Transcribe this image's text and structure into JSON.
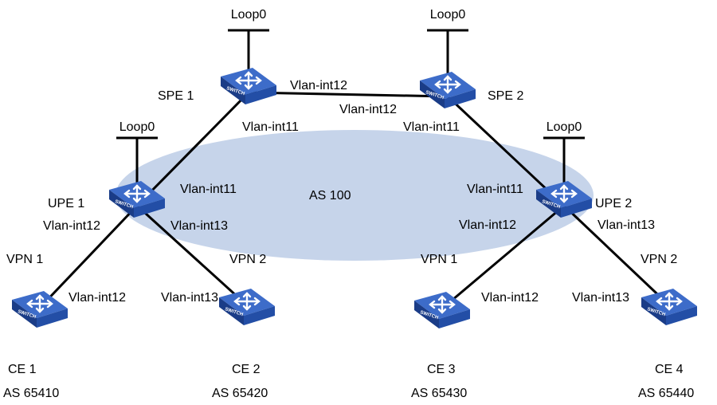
{
  "colors": {
    "as_region": "#c6d4ea",
    "switch_top": "#3d6cc9",
    "switch_side": "#1a3c87",
    "switch_front": "#234ea6",
    "link": "#000000"
  },
  "as_region": {
    "label": "AS 100"
  },
  "devices": {
    "spe1": {
      "name": "SPE 1",
      "loopback": "Loop0",
      "icon": "switch-icon",
      "icon_text": "SWITCH"
    },
    "spe2": {
      "name": "SPE 2",
      "loopback": "Loop0",
      "icon": "switch-icon",
      "icon_text": "SWITCH"
    },
    "upe1": {
      "name": "UPE 1",
      "loopback": "Loop0",
      "icon": "switch-icon",
      "icon_text": "SWITCH"
    },
    "upe2": {
      "name": "UPE 2",
      "loopback": "Loop0",
      "icon": "switch-icon",
      "icon_text": "SWITCH"
    },
    "ce1": {
      "name": "CE 1",
      "as": "AS 65410",
      "vpn": "VPN 1",
      "icon": "switch-icon",
      "icon_text": "SWITCH"
    },
    "ce2": {
      "name": "CE 2",
      "as": "AS 65420",
      "vpn": "VPN 2",
      "icon": "switch-icon",
      "icon_text": "SWITCH"
    },
    "ce3": {
      "name": "CE 3",
      "as": "AS 65430",
      "vpn": "VPN 1",
      "icon": "switch-icon",
      "icon_text": "SWITCH"
    },
    "ce4": {
      "name": "CE 4",
      "as": "AS 65440",
      "vpn": "VPN 2",
      "icon": "switch-icon",
      "icon_text": "SWITCH"
    }
  },
  "interfaces": {
    "spe1_to_spe2": "Vlan-int12",
    "spe2_to_spe1": "Vlan-int12",
    "spe1_to_upe1": "Vlan-int11",
    "spe2_to_upe2": "Vlan-int11",
    "upe1_to_spe1": "Vlan-int11",
    "upe1_to_ce1": "Vlan-int12",
    "upe1_to_ce2": "Vlan-int13",
    "upe2_to_spe2": "Vlan-int11",
    "upe2_to_ce3": "Vlan-int12",
    "upe2_to_ce4": "Vlan-int13",
    "ce1_to_upe1": "Vlan-int12",
    "ce2_to_upe1": "Vlan-int13",
    "ce3_to_upe2": "Vlan-int12",
    "ce4_to_upe2": "Vlan-int13"
  }
}
